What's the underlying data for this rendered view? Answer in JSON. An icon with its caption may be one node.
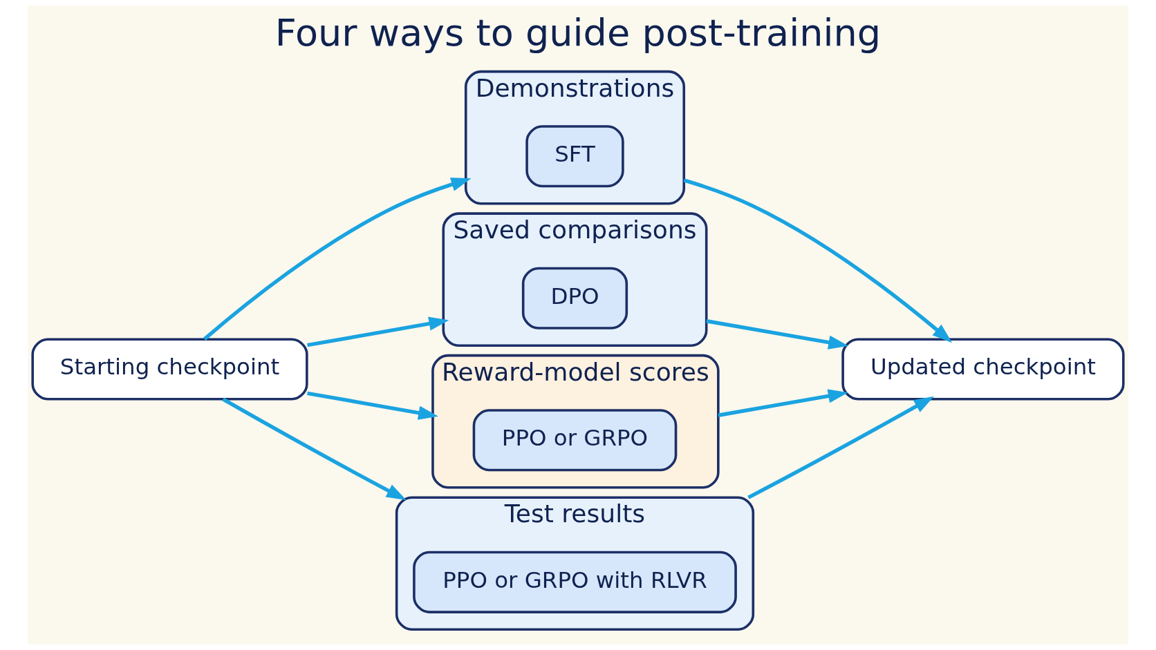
{
  "diagram": {
    "title": "Four ways to guide post-training",
    "nodes": [
      {
        "text": [
          "Starting checkpoint"
        ]
      },
      {
        "text": [
          "Demonstrations"
        ]
      },
      {
        "text": [
          "SFT"
        ],
        "in": 1
      },
      {
        "text": [
          "Saved comparisons"
        ]
      },
      {
        "text": [
          "DPO"
        ],
        "in": 3
      },
      {
        "text": [
          "Reward-model scores"
        ]
      },
      {
        "text": [
          "PPO or GRPO"
        ],
        "in": 5
      },
      {
        "text": [
          "Test results"
        ]
      },
      {
        "text": [
          "PPO or GRPO with RLVR"
        ],
        "in": 7
      },
      {
        "text": [
          "Updated checkpoint"
        ]
      }
    ],
    "edges": [
      {
        "from": 0,
        "to": 1,
        "arrow": "to"
      },
      {
        "from": 0,
        "to": 3,
        "arrow": "to"
      },
      {
        "from": 0,
        "to": 5,
        "arrow": "to"
      },
      {
        "from": 0,
        "to": 7,
        "arrow": "to"
      },
      {
        "from": 1,
        "to": 9,
        "arrow": "to"
      },
      {
        "from": 3,
        "to": 9,
        "arrow": "to"
      },
      {
        "from": 5,
        "to": 9,
        "arrow": "to"
      },
      {
        "from": 7,
        "to": 9,
        "arrow": "to"
      }
    ]
  }
}
